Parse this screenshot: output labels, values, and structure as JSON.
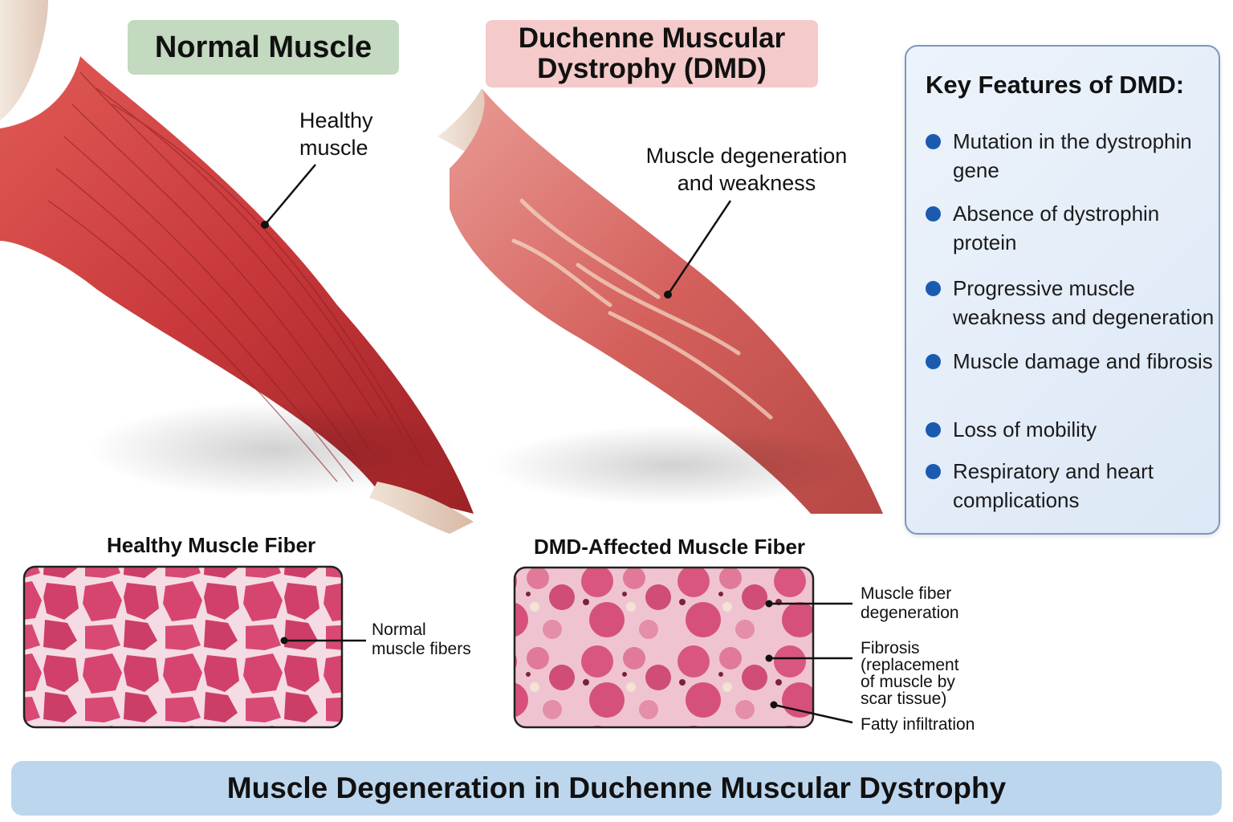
{
  "header": {
    "normal_title": "Normal Muscle",
    "dmd_title": "Duchenne Muscular Dystrophy (DMD)"
  },
  "illustration": {
    "healthy_callout": "Healthy muscle",
    "dmd_callout": "Muscle degeneration and weakness"
  },
  "key_features": {
    "title": "Key Features of DMD:",
    "items": [
      "Mutation in the dystrophin gene",
      "Absence of dystrophin protein",
      "Progressive muscle weakness and degeneration",
      "Muscle damage and fibrosis",
      "Loss of mobility",
      "Respiratory and heart complications"
    ]
  },
  "histology": {
    "healthy_title": "Healthy Muscle Fiber",
    "dmd_title": "DMD-Affected Muscle Fiber",
    "healthy_label": "Normal muscle fibers",
    "dmd_labels": {
      "degeneration": "Muscle fiber degeneration",
      "fibrosis": "Fibrosis (replacement of muscle by scar tissue)",
      "fatty": "Fatty infiltration"
    }
  },
  "footer": {
    "banner": "Muscle Degeneration in Duchenne Muscular Dystrophy"
  },
  "colors": {
    "normal_badge": "#c3d9c0",
    "dmd_badge": "#f4caca",
    "panel_bg": "#e4edf8",
    "bullet": "#1a5bb0",
    "banner_bg": "#bcd6ee",
    "muscle_red": "#c8383a",
    "fiber_pink": "#d9436f"
  }
}
